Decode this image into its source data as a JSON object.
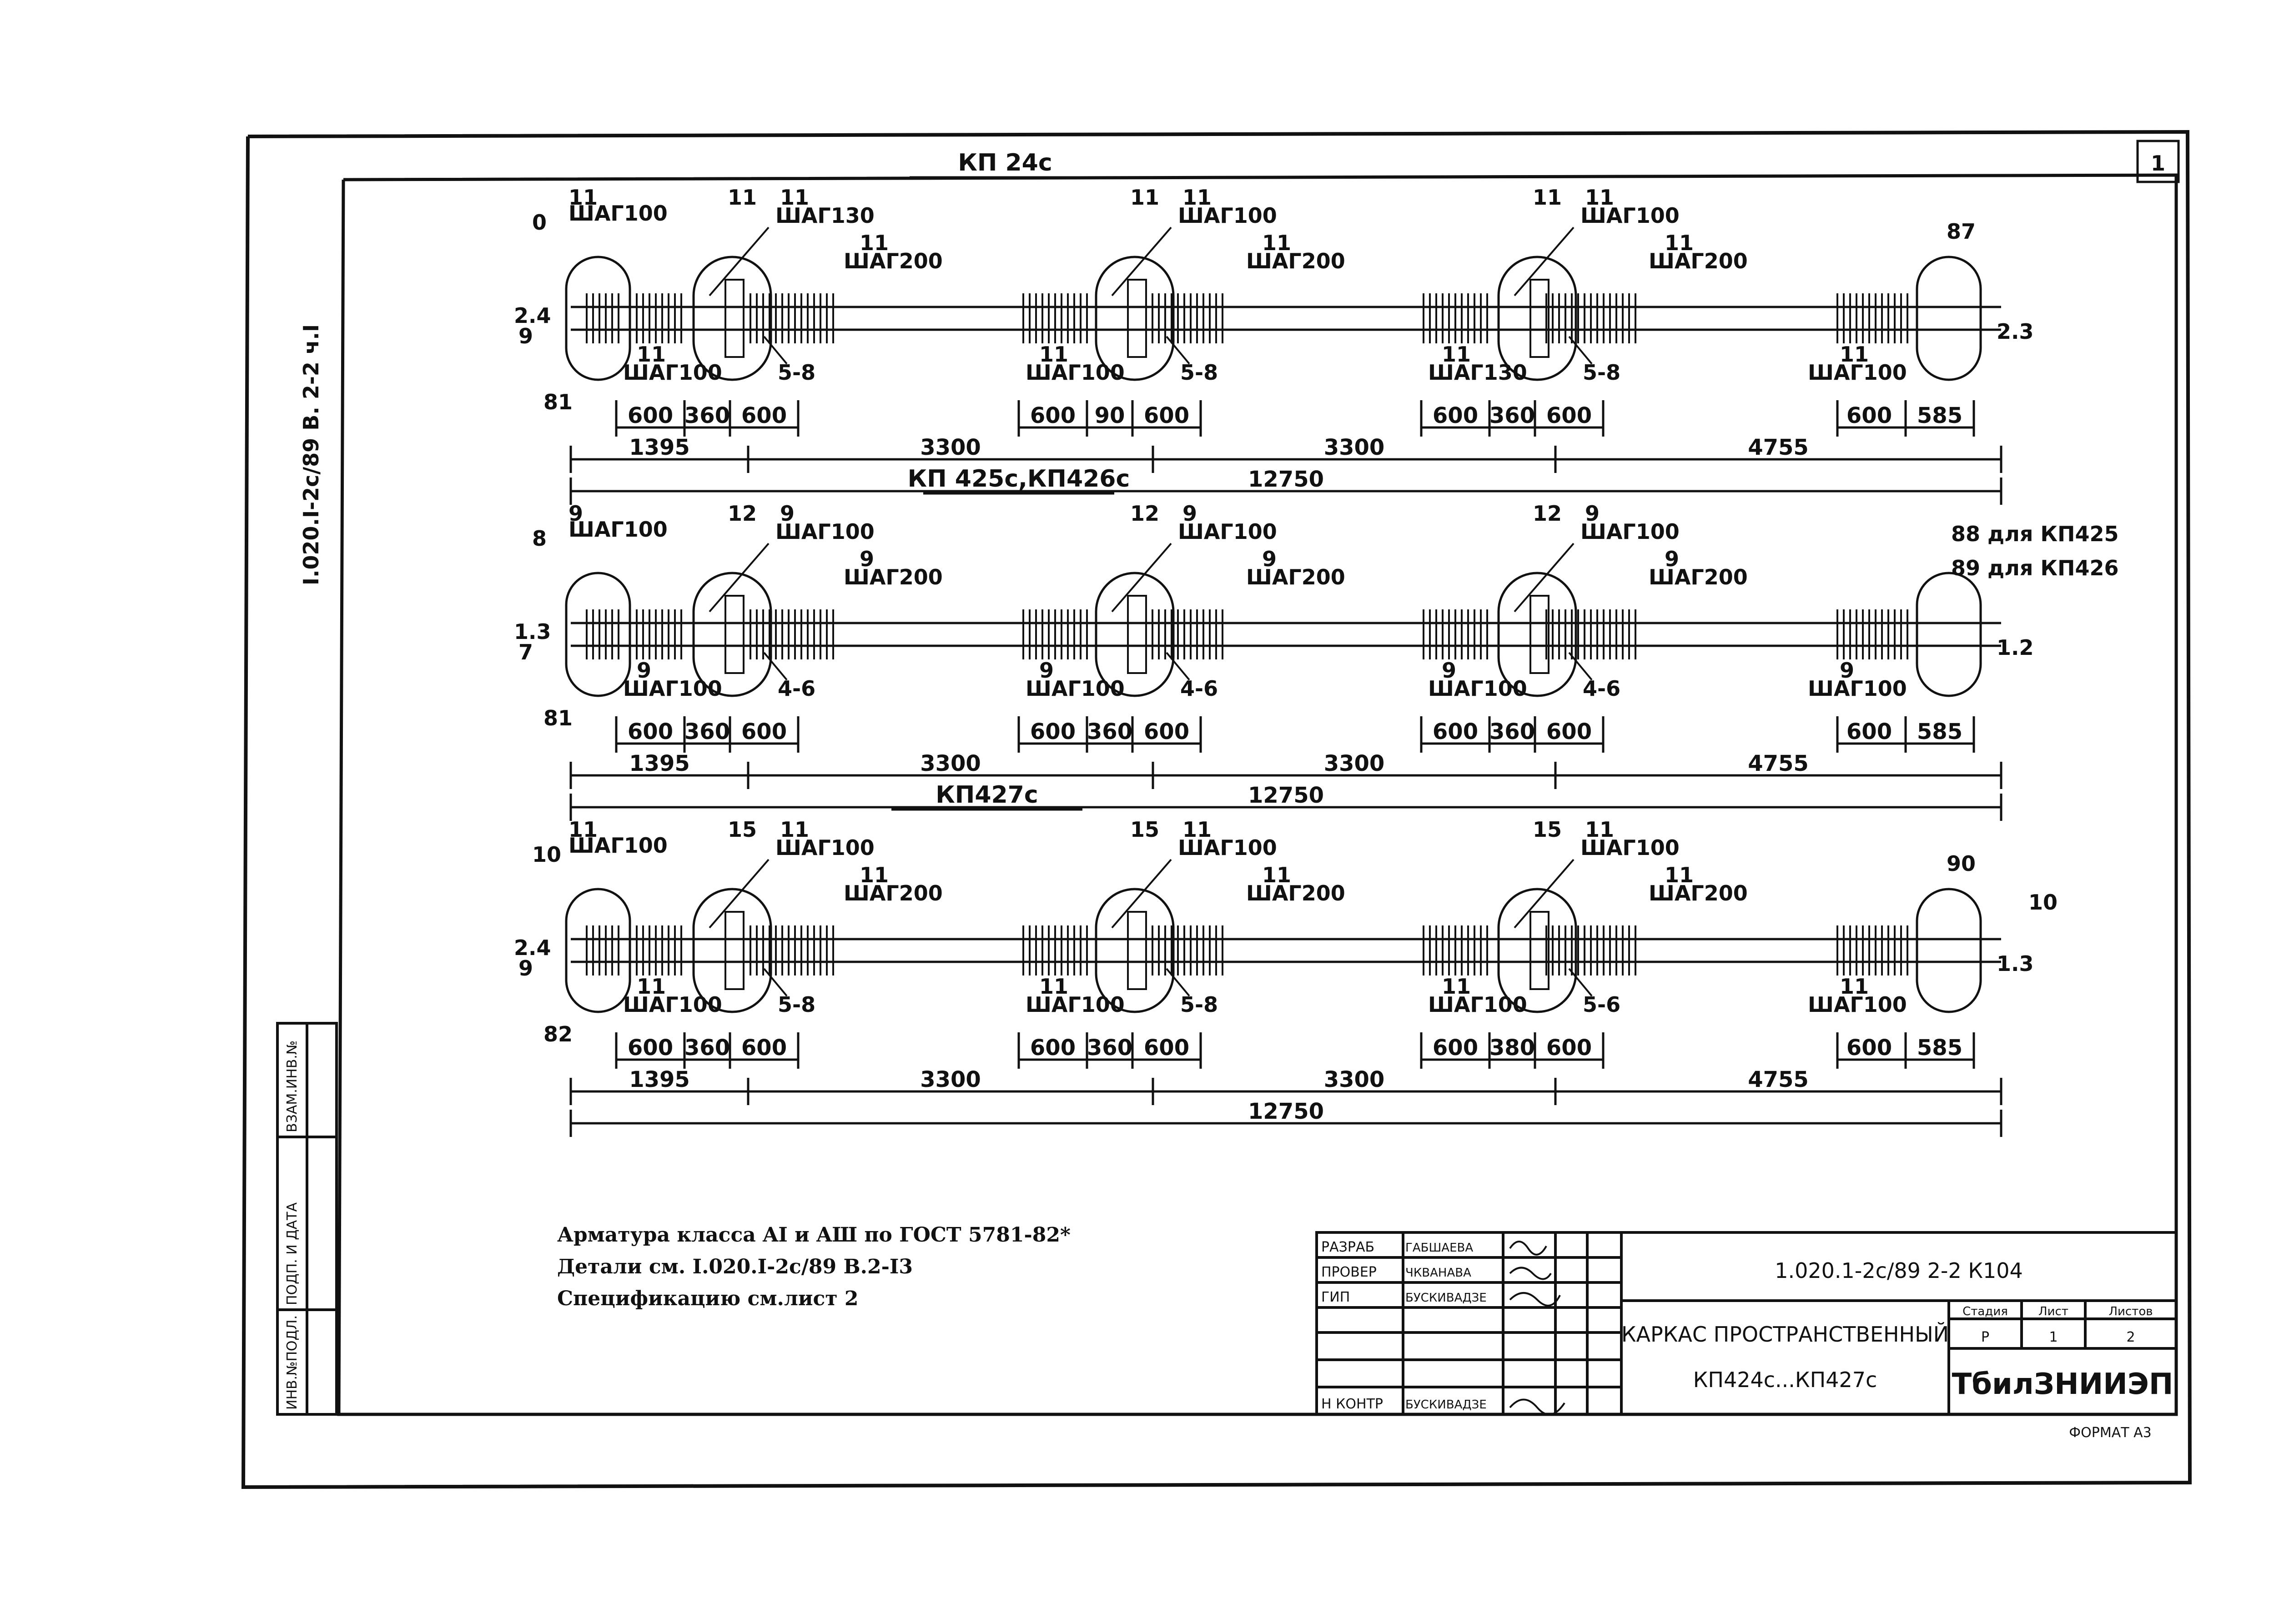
{
  "sheet_number": "1",
  "side_code": "I.020.I-2c/89 В. 2-2 ч.I",
  "side_stamp": {
    "inv_no_podl": "ИНВ.№ПОДЛ.",
    "podp_data": "ПОДП. И ДАТА",
    "vzam_inv": "ВЗАМ.ИНВ.№"
  },
  "frames": [
    {
      "title": "КП 24с",
      "left_top": "11",
      "left_label": "ШАГ100",
      "left_top_mark": "0",
      "end_left_bot": "81",
      "end_left_side": "2.4",
      "end_left_side2": "9",
      "zones": [
        {
          "top_mark": "11",
          "top_step": "ШАГ130",
          "top_mark2": "11",
          "top_step2": "ШАГ200",
          "bot_mark": "11",
          "bot_step": "ШАГ100",
          "sub": "5-8"
        },
        {
          "top_mark": "11",
          "top_step": "ШАГ100",
          "top_mark2": "11",
          "top_step2": "ШАГ200",
          "bot_mark": "11",
          "bot_step": "ШАГ100",
          "sub": "5-8"
        },
        {
          "top_mark": "11",
          "top_step": "ШАГ100",
          "top_mark2": "11",
          "top_step2": "ШАГ200",
          "bot_mark": "11",
          "bot_step": "ШАГ130",
          "sub": "5-8"
        }
      ],
      "end_right_top": "87",
      "end_right_side": "2.3",
      "end_right_bot_mark": "11",
      "end_right_bot_step": "ШАГ100",
      "small_dims": [
        [
          "600",
          "360",
          "600"
        ],
        [
          "600",
          "90",
          "600"
        ],
        [
          "600",
          "360",
          "600"
        ]
      ],
      "end_dims": [
        "600",
        "585"
      ],
      "main_dims": [
        "1395",
        "3300",
        "3300",
        "4755"
      ],
      "total": "12750"
    },
    {
      "title": "КП 425с,КП426с",
      "left_top": "9",
      "left_label": "ШАГ100",
      "left_top_mark": "8",
      "end_left_bot": "81",
      "end_left_side": "1.3",
      "end_left_side2": "7",
      "zones": [
        {
          "top_mark": "12",
          "top_step": "ШАГ100",
          "top_mark2": "9",
          "top_step2": "ШАГ200",
          "bot_mark": "9",
          "bot_step": "ШАГ100",
          "sub": "4-6",
          "mark_a": "9"
        },
        {
          "top_mark": "12",
          "top_step": "ШАГ100",
          "top_mark2": "9",
          "top_step2": "ШАГ200",
          "bot_mark": "9",
          "bot_step": "ШАГ100",
          "sub": "4-6",
          "mark_a": "9"
        },
        {
          "top_mark": "12",
          "top_step": "ШАГ100",
          "top_mark2": "9",
          "top_step2": "ШАГ200",
          "bot_mark": "9",
          "bot_step": "ШАГ100",
          "sub": "4-6",
          "mark_a": "9"
        }
      ],
      "end_right_top_1": "88 для КП425",
      "end_right_top_2": "89 для КП426",
      "end_right_side": "1.2",
      "end_right_bot_mark": "9",
      "end_right_bot_step": "ШАГ100",
      "small_dims": [
        [
          "600",
          "360",
          "600"
        ],
        [
          "600",
          "360",
          "600"
        ],
        [
          "600",
          "360",
          "600"
        ]
      ],
      "end_dims": [
        "600",
        "585"
      ],
      "main_dims": [
        "1395",
        "3300",
        "3300",
        "4755"
      ],
      "total": "12750"
    },
    {
      "title": "КП427с",
      "left_top": "11",
      "left_label": "ШАГ100",
      "left_top_mark": "10",
      "end_left_bot": "82",
      "end_left_side": "2.4",
      "end_left_side2": "9",
      "zones": [
        {
          "top_mark": "15",
          "top_step": "ШАГ100",
          "top_mark2": "11",
          "top_step2": "ШАГ200",
          "bot_mark": "11",
          "bot_step": "ШАГ100",
          "sub": "5-8",
          "mark_a": "11"
        },
        {
          "top_mark": "15",
          "top_step": "ШАГ100",
          "top_mark2": "11",
          "top_step2": "ШАГ200",
          "bot_mark": "11",
          "bot_step": "ШАГ100",
          "sub": "5-8",
          "mark_a": "11"
        },
        {
          "top_mark": "15",
          "top_step": "ШАГ100",
          "top_mark2": "11",
          "top_step2": "ШАГ200",
          "bot_mark": "11",
          "bot_step": "ШАГ100",
          "sub": "5-6",
          "mark_a": "11"
        }
      ],
      "end_right_top": "90",
      "end_right_top2": "10",
      "end_right_side": "1.3",
      "end_right_bot_mark": "11",
      "end_right_bot_step": "ШАГ100",
      "small_dims": [
        [
          "600",
          "360",
          "600"
        ],
        [
          "600",
          "360",
          "600"
        ],
        [
          "600",
          "380",
          "600"
        ]
      ],
      "end_dims": [
        "600",
        "585"
      ],
      "main_dims": [
        "1395",
        "3300",
        "3300",
        "4755"
      ],
      "total": "12750"
    }
  ],
  "notes": [
    "Арматура класса AI и AШ по ГОСТ 5781-82*",
    "Детали см. I.020.I-2с/89 В.2-I3",
    "Спецификацию см.лист 2"
  ],
  "title_block": {
    "roles": [
      "РАЗРАБ",
      "ПРОВЕР",
      "ГИП",
      "",
      "",
      "",
      "Н КОНТР"
    ],
    "names": [
      "ГАБШАЕВА",
      "ЧКВАНАВА",
      "БУСКИВАДЗЕ",
      "",
      "",
      "",
      "БУСКИВАДЗЕ"
    ],
    "doc_code": "1.020.1-2с/89 2-2 К104",
    "name_line1": "КАРКАС ПРОСТРАНСТВЕННЫЙ",
    "name_line2": "КП424с...КП427с",
    "stage_label": "Стадия",
    "sheet_label": "Лист",
    "sheets_label": "Листов",
    "stage": "Р",
    "sheet": "1",
    "sheets": "2",
    "org": "ТбилЗНИИЭП",
    "format": "ФОРМАТ А3"
  }
}
